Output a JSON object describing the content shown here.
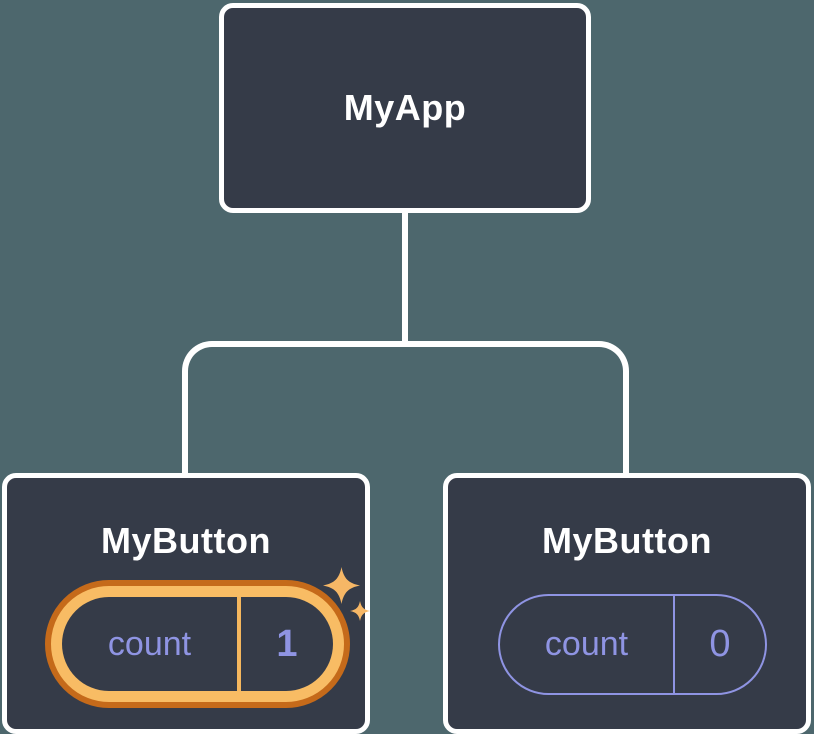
{
  "diagram": {
    "title": "react-component-tree",
    "root": {
      "label": "MyApp"
    },
    "children": [
      {
        "label": "MyButton",
        "state": {
          "name": "count",
          "value": "1"
        },
        "highlighted": true,
        "decoration": "sparkle-icons"
      },
      {
        "label": "MyButton",
        "state": {
          "name": "count",
          "value": "0"
        },
        "highlighted": false,
        "decoration": ""
      }
    ]
  },
  "icons": {
    "sparkle_large": "sparkle-icon",
    "sparkle_small": "sparkle-icon"
  },
  "colors": {
    "background": "#4d676d",
    "node_fill": "#353b48",
    "node_border": "#ffffff",
    "label_text": "#ffffff",
    "state_accent": "#8f94e3",
    "highlight_ring_outer": "#c56a1a",
    "highlight_ring_inner": "#f8bc64",
    "highlight_divider": "#f5b75e",
    "sparkle": "#f6b766"
  }
}
